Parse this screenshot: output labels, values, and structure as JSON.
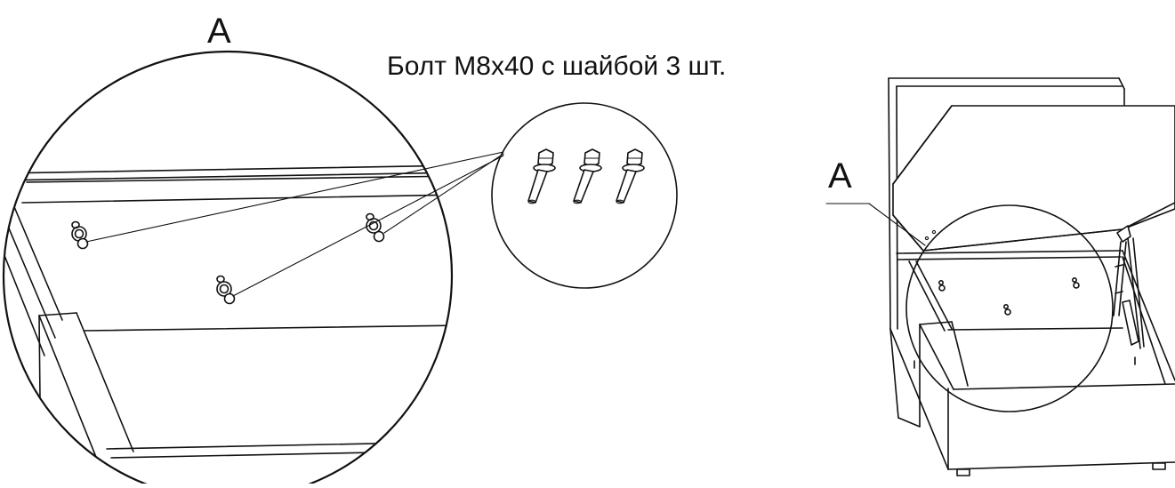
{
  "labels": {
    "detail_letter_zoom": "A",
    "detail_letter_overview": "A",
    "caption": "Болт М8х40 с шайбой 3 шт."
  },
  "parts": {
    "bolt_count": 3
  }
}
